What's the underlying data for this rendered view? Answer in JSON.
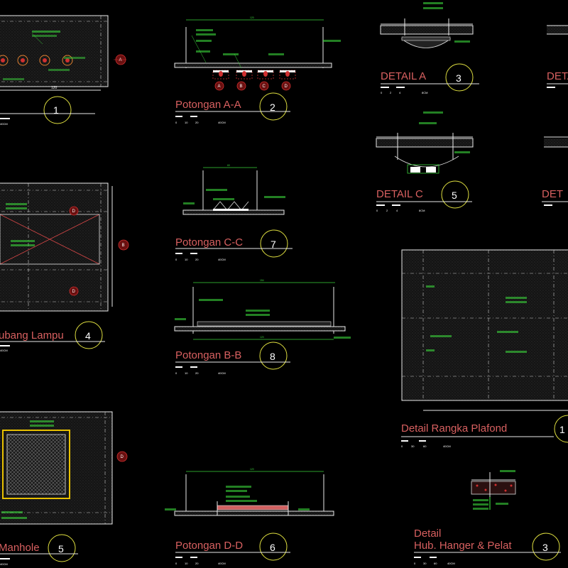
{
  "drawings": [
    {
      "title": "",
      "number": "1"
    },
    {
      "title": "Potongan A-A",
      "number": "2"
    },
    {
      "title": "DETAIL A",
      "number": "3"
    },
    {
      "title": "DETAIL C",
      "number": "5"
    },
    {
      "title": "ubang Lampu",
      "number": "4"
    },
    {
      "title": "Potongan C-C",
      "number": "7"
    },
    {
      "title": "Potongan B-B",
      "number": "8"
    },
    {
      "title": "Detail Rangka Plafond",
      "number": "1"
    },
    {
      "title": "Manhole",
      "number": "5"
    },
    {
      "title": "Potongan D-D",
      "number": "6"
    },
    {
      "title": "Detail",
      "title2": "Hub. Hanger & Pelat",
      "number": "3"
    },
    {
      "title": "DETAIL",
      "number": ""
    },
    {
      "title": "DET",
      "number": ""
    }
  ],
  "markers": [
    "A",
    "B",
    "C",
    "D"
  ],
  "dims": {
    "d120": "120",
    "d60": "60",
    "d154": "154"
  },
  "scales": {
    "s40cm": [
      "0",
      "10",
      "20",
      "40CM"
    ],
    "s8cm": [
      "0",
      "2",
      "4",
      "8CM"
    ],
    "s60cm": [
      "0",
      "30",
      "60",
      "40CM"
    ]
  }
}
